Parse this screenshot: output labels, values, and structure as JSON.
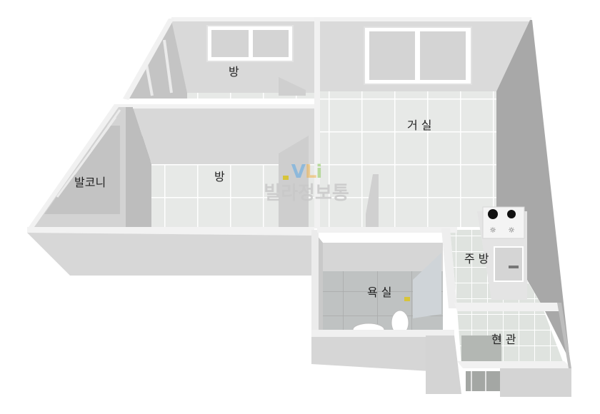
{
  "rooms": {
    "room_top": "방",
    "room_middle": "방",
    "balcony": "발코니",
    "living_room": "거 실",
    "kitchen": "주 방",
    "bathroom": "욕 실",
    "entrance": "현 관"
  },
  "watermark": {
    "logo": "VLi",
    "text": "빌라정보통"
  },
  "colors": {
    "wall_top": "#e9e9e9",
    "wall_face": "#dcdcdc",
    "wall_dark": "#a9a9a9",
    "floor_tile": "#e6e8e6",
    "tile_line": "#ffffff",
    "bath_tile": "#b9bcbc",
    "glass": "#c8cfd6",
    "logo_v": "#5aa9e6",
    "logo_l": "#f0b44c",
    "logo_i": "#8cc85a"
  }
}
